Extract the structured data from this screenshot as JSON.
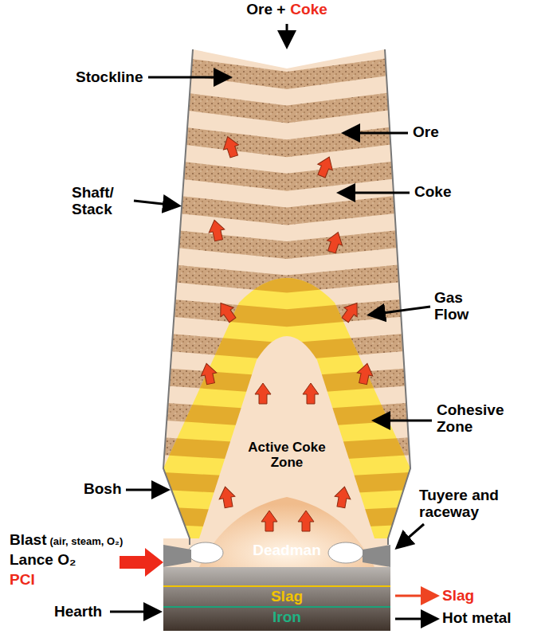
{
  "diagram": {
    "nodes": [
      {
        "text": [
          "Active Coke Zone"
        ]
      },
      {
        "text": [
          "Deadman"
        ]
      }
    ],
    "labels": [
      "Ore +",
      "Coke",
      "Stockline",
      "Ore",
      "Shaft/ Stack",
      "Coke",
      "Gas Flow",
      "Cohesive Zone",
      "Bosh",
      "Tuyere and raceway",
      "Blast",
      "(air, steam, O₂)",
      "Lance O₂",
      "PCI",
      "Hearth",
      "Slag",
      "Iron",
      "Slag",
      "Hot metal"
    ]
  }
}
